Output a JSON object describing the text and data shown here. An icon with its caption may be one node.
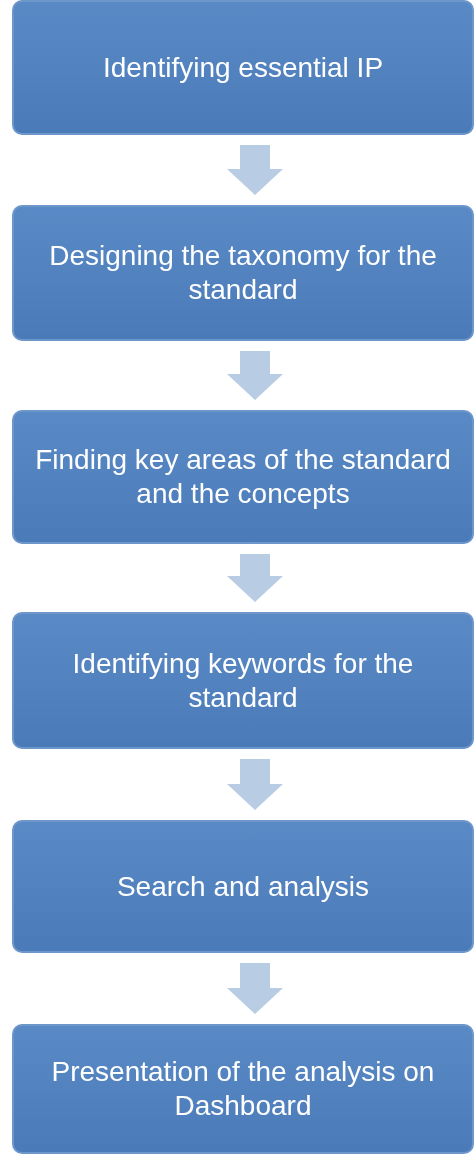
{
  "diagram": {
    "nodes": [
      {
        "text": [
          "Identifying essential IP"
        ]
      },
      {
        "text": [
          "Designing the taxonomy for the standard"
        ]
      },
      {
        "text": [
          "Finding key areas of the standard and the concepts"
        ]
      },
      {
        "text": [
          "Identifying keywords for the standard"
        ]
      },
      {
        "text": [
          "Search and analysis"
        ]
      },
      {
        "text": [
          "Presentation of the analysis on Dashboard"
        ]
      }
    ],
    "edges": [
      {
        "from": 0,
        "to": 1,
        "arrow": "to"
      },
      {
        "from": 1,
        "to": 2,
        "arrow": "to"
      },
      {
        "from": 2,
        "to": 3,
        "arrow": "to"
      },
      {
        "from": 3,
        "to": 4,
        "arrow": "to"
      },
      {
        "from": 4,
        "to": 5,
        "arrow": "to"
      }
    ]
  }
}
